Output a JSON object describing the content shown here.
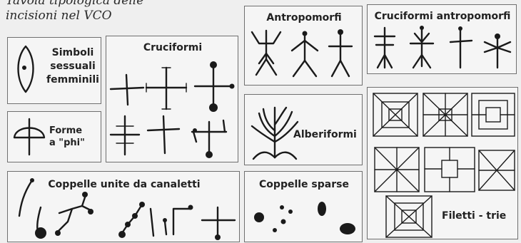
{
  "title": {
    "line1": "Tavola tipologica delle",
    "line2": "incisioni nel VCO"
  },
  "panels": {
    "simboli": {
      "line1": "Simboli",
      "line2": "sessuali",
      "line3": "femminili"
    },
    "forme": {
      "line1": "Forme",
      "line2": "a \"phi\""
    },
    "cruciformi": "Cruciformi",
    "antropomorfi": "Antropomorfi",
    "cruciformi_antropomorfi": "Cruciformi antropomorfi",
    "alberiformi": "Alberiformi",
    "filetti": "Filetti - trie",
    "coppelle_unite": "Coppelle unite da canaletti",
    "coppelle_sparse": "Coppelle sparse"
  },
  "icons": [
    "vulva-symbol-icon",
    "phi-symbol-icon",
    "cross-icon",
    "anthropomorph-icon",
    "cruciform-anthropomorph-icon",
    "tree-form-icon",
    "square-spiral-grid-icon",
    "cupule-channel-icon",
    "cupule-icon"
  ],
  "colors": {
    "background": "#efefef",
    "panel_border": "#6f6f6f",
    "ink": "#1a1a1a"
  }
}
